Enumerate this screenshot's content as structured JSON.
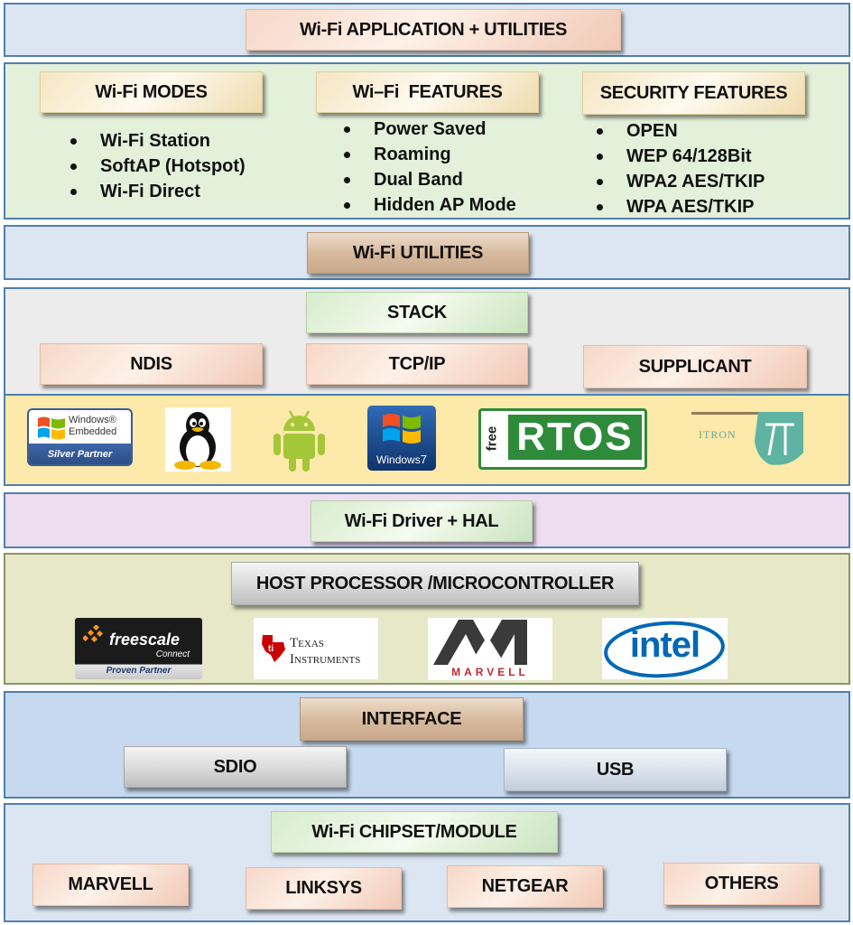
{
  "application_band": {
    "title": "Wi-Fi APPLICATION + UTILITIES"
  },
  "features_band": {
    "modes": {
      "title": "Wi-Fi MODES",
      "items": [
        "Wi-Fi Station",
        "SoftAP (Hotspot)",
        "Wi-Fi Direct"
      ]
    },
    "wifi_features": {
      "title": "Wi–Fi  FEATURES",
      "items": [
        "Power Saved",
        "Roaming",
        "Dual Band",
        "Hidden AP Mode"
      ]
    },
    "security": {
      "title": "SECURITY FEATURES",
      "items": [
        "OPEN",
        "WEP 64/128Bit",
        "WPA2 AES/TKIP",
        "WPA AES/TKIP"
      ]
    }
  },
  "utilities_band": {
    "title": "Wi-Fi UTILITIES"
  },
  "stack_band": {
    "stack": "STACK",
    "ndis": "NDIS",
    "tcpip": "TCP/IP",
    "supplicant": "SUPPLICANT"
  },
  "os_logos": {
    "windows_embedded": {
      "line1": "Windows®",
      "line2": "Embedded",
      "partner": "Silver Partner"
    },
    "windows7": {
      "label": "Windows",
      "version": "7"
    },
    "freertos": {
      "free": "free",
      "rtos": "RTOS"
    },
    "itron": {
      "label": "ITRON"
    }
  },
  "driver_band": {
    "title": "Wi-Fi Driver + HAL"
  },
  "host_band": {
    "title": "HOST PROCESSOR /MICROCONTROLLER",
    "freescale": {
      "name": "freescale",
      "connect": "Connect",
      "partner": "Proven Partner"
    },
    "ti": {
      "line1": "Texas",
      "line2": "Instruments"
    },
    "marvell": {
      "name": "MARVELL"
    },
    "intel": {
      "name": "intel"
    }
  },
  "interface_band": {
    "title": "INTERFACE",
    "sdio": "SDIO",
    "usb": "USB"
  },
  "chipset_band": {
    "title": "Wi-Fi CHIPSET/MODULE",
    "vendors": [
      "MARVELL",
      "LINKSYS",
      "NETGEAR",
      "OTHERS"
    ]
  },
  "colors": {
    "blue_band": "#dce6f2",
    "green_band": "#e3f0da",
    "grey_band": "#ececec",
    "yellow_band": "#fde9a9",
    "pink_band": "#eedcf0",
    "olive_band": "#e6e8c8",
    "border": "#4f7fb0"
  }
}
